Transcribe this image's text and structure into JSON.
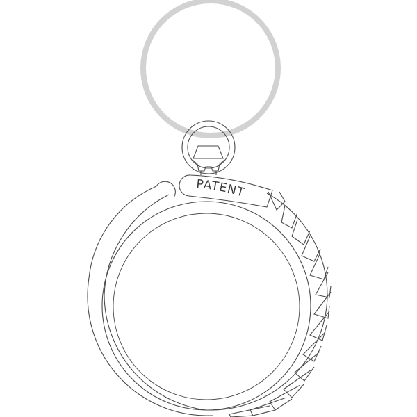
{
  "product": {
    "stamp_text": "PATENT"
  },
  "colors": {
    "background": "#ffffff",
    "line": "#4a4a4a",
    "ring": "#d2d2d2"
  },
  "parts": {
    "split_ring": "split-ring",
    "bail": "bail-connector",
    "body": "keychain-body",
    "insert_window": "insert-window",
    "grip_notches": "grip-notches"
  }
}
